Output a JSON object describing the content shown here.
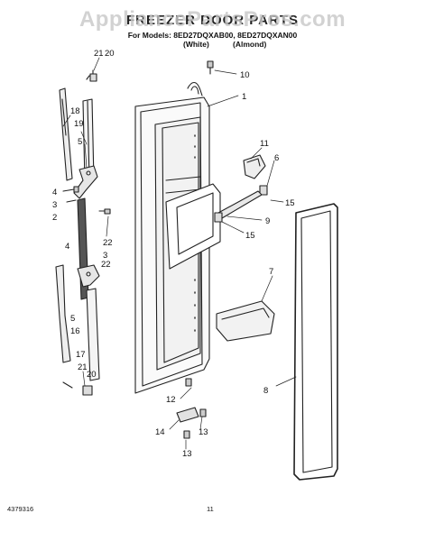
{
  "watermark": "AppliancePartsPros.com",
  "title": "FREEZER DOOR PARTS",
  "models_line": "For Models: 8ED27DQXAB00, 8ED27DQXAN00",
  "variants": [
    "(White)",
    "(Almond)"
  ],
  "callouts": [
    "21",
    "20",
    "10",
    "1",
    "18",
    "19",
    "5",
    "11",
    "6",
    "4",
    "15",
    "3",
    "9",
    "2",
    "22",
    "15",
    "4",
    "3",
    "22",
    "7",
    "5",
    "16",
    "17",
    "8",
    "21",
    "20",
    "12",
    "14",
    "13",
    "13"
  ],
  "footer": {
    "doc_number": "4379316",
    "page_number": "11"
  }
}
